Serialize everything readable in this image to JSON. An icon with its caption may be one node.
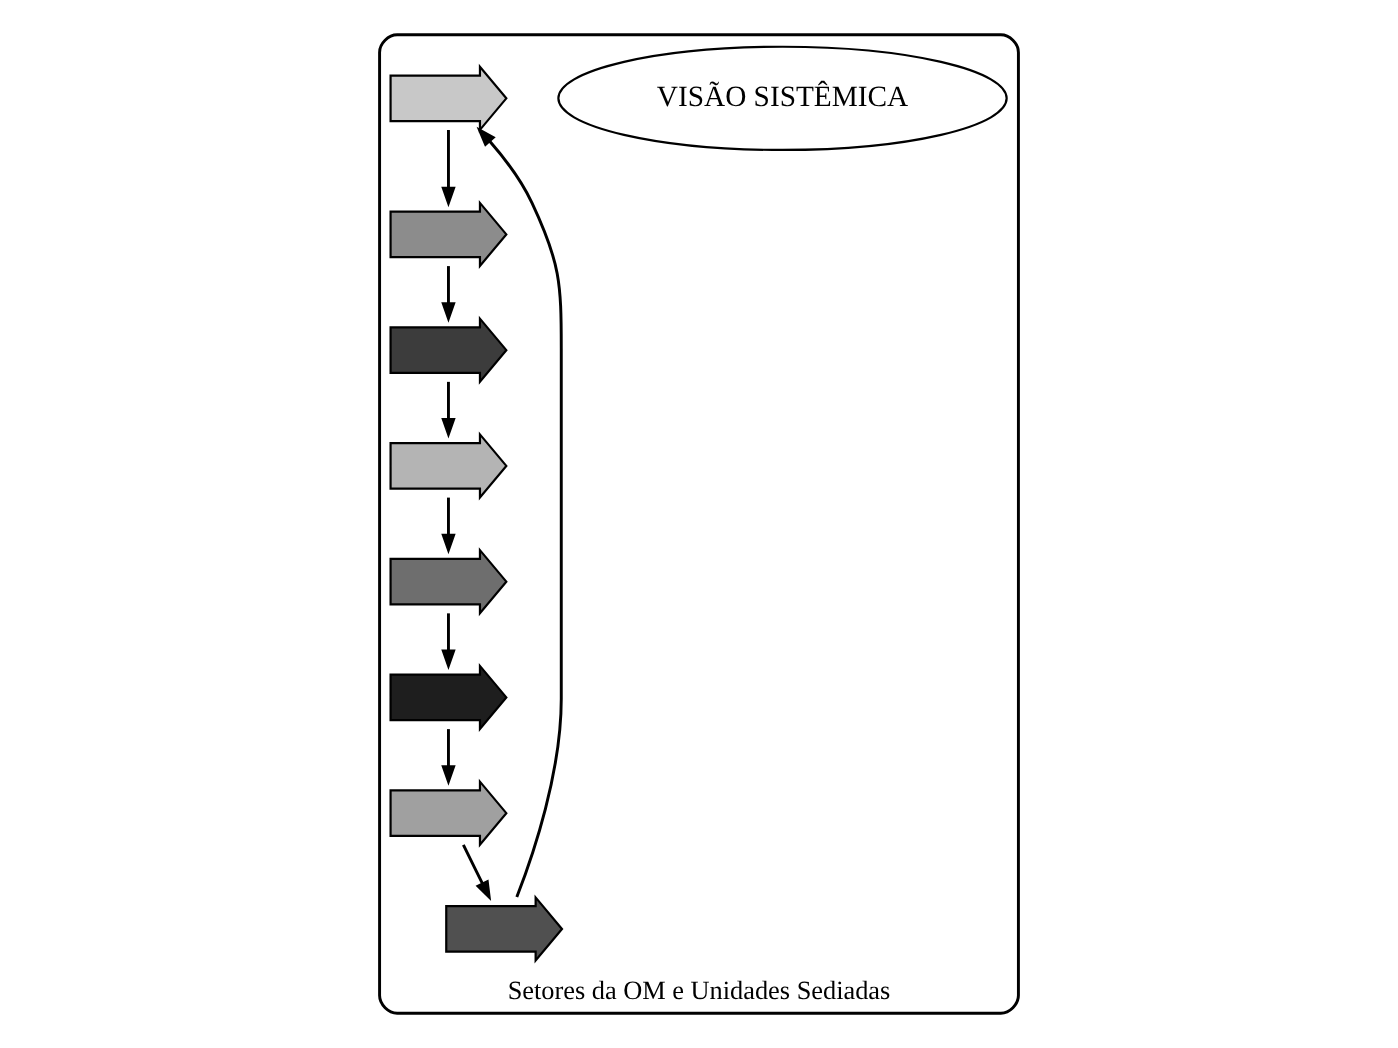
{
  "diagram": {
    "nodes": [
      {
        "text": [
          "Setores da OM e Unidades Sediadas"
        ]
      },
      {
        "text": [
          "VISÃO SISTÊMICA"
        ],
        "in": 0
      },
      {
        "text": [],
        "shape": "arrow",
        "in": 0
      },
      {
        "text": [],
        "shape": "arrow",
        "in": 0
      },
      {
        "text": [],
        "shape": "arrow",
        "in": 0
      },
      {
        "text": [],
        "shape": "arrow",
        "in": 0
      },
      {
        "text": [],
        "shape": "arrow",
        "in": 0
      },
      {
        "text": [],
        "shape": "arrow",
        "in": 0
      },
      {
        "text": [],
        "shape": "arrow",
        "in": 0
      },
      {
        "text": [],
        "shape": "arrow",
        "in": 0
      }
    ],
    "edges": [
      {
        "from": 2,
        "to": 3,
        "arrow": "to"
      },
      {
        "from": 3,
        "to": 4,
        "arrow": "to"
      },
      {
        "from": 4,
        "to": 5,
        "arrow": "to"
      },
      {
        "from": 5,
        "to": 6,
        "arrow": "to"
      },
      {
        "from": 6,
        "to": 7,
        "arrow": "to"
      },
      {
        "from": 7,
        "to": 8,
        "arrow": "to"
      },
      {
        "from": 8,
        "to": 9,
        "arrow": "to"
      },
      {
        "from": 9,
        "to": 2,
        "arrow": "to"
      }
    ]
  }
}
